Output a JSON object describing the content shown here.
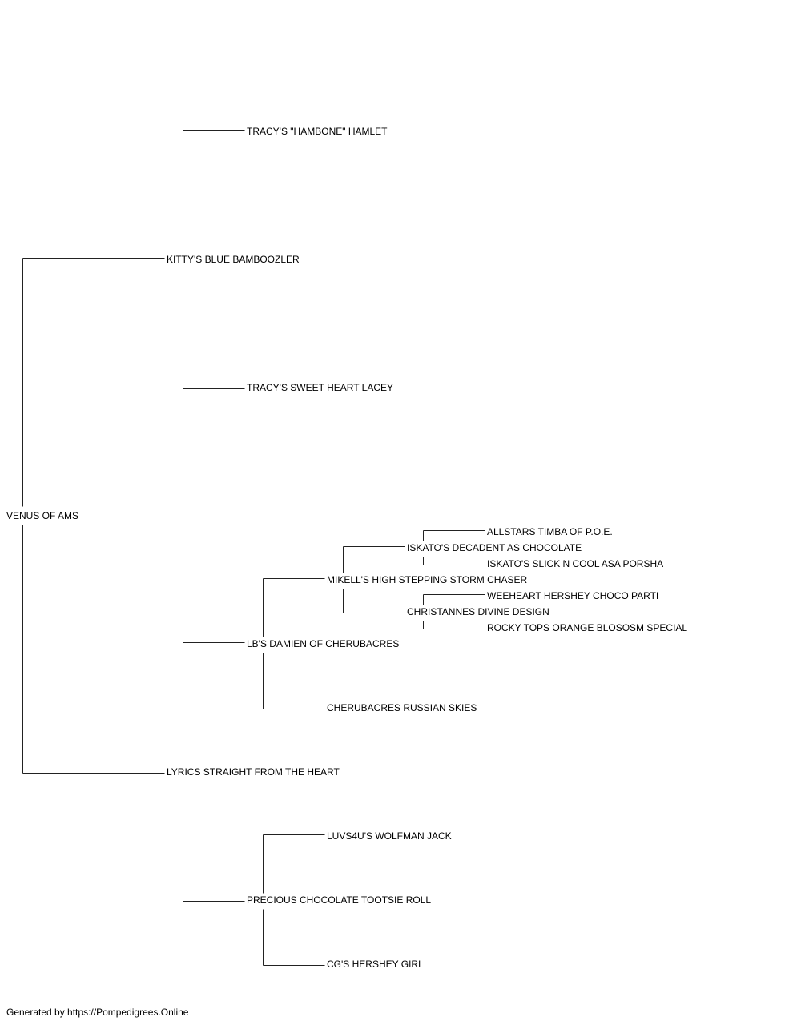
{
  "pedigree": {
    "subject": "VENUS OF AMS",
    "sire": "KITTY'S BLUE BAMBOOZLER",
    "sire_sire": "TRACY'S \"HAMBONE\" HAMLET",
    "sire_dam": "TRACY'S SWEET HEART LACEY",
    "dam": "LYRICS STRAIGHT FROM THE HEART",
    "dam_sire": "LB'S DAMIEN OF CHERUBACRES",
    "dam_sire_sire": "MIKELL'S HIGH STEPPING STORM CHASER",
    "dam_sire_sire_sire": "ISKATO'S DECADENT AS CHOCOLATE",
    "dam_sire_sire_sire_sire": "ALLSTARS TIMBA OF P.O.E.",
    "dam_sire_sire_sire_dam": "ISKATO'S SLICK N COOL ASA PORSHA",
    "dam_sire_sire_dam": "CHRISTANNES DIVINE DESIGN",
    "dam_sire_sire_dam_sire": "WEEHEART HERSHEY CHOCO PARTI",
    "dam_sire_sire_dam_dam": "ROCKY TOPS ORANGE BLOSOSM SPECIAL",
    "dam_sire_dam": "CHERUBACRES RUSSIAN SKIES",
    "dam_dam": "PRECIOUS CHOCOLATE TOOTSIE ROLL",
    "dam_dam_sire": "LUVS4U'S WOLFMAN JACK",
    "dam_dam_dam": "CG'S HERSHEY GIRL"
  },
  "footer": "Generated by https://Pompedigrees.Online"
}
